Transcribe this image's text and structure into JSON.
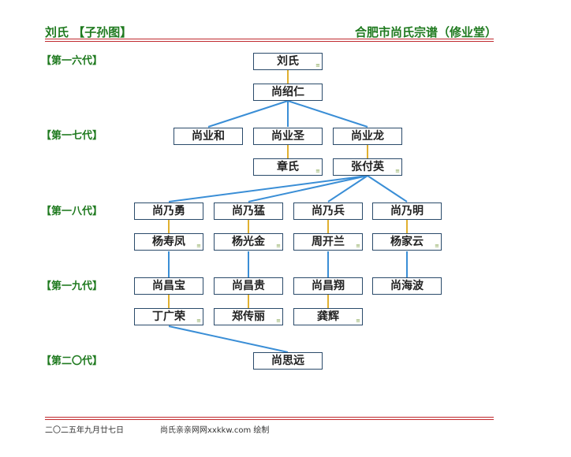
{
  "header": {
    "left_title": "刘氏 【子孙图】",
    "right_title": "合肥市尚氏宗谱（修业堂）"
  },
  "generations": [
    "【第一六代】",
    "【第一七代】",
    "【第一八代】",
    "【第一九代】",
    "【第二〇代】"
  ],
  "nodes": {
    "liu_shi": "刘氏",
    "shang_shaoren": "尚绍仁",
    "shang_yehe": "尚业和",
    "shang_yesheng": "尚业圣",
    "shang_yelong": "尚业龙",
    "zhang_shi": "章氏",
    "zhang_fuying": "张付英",
    "shang_naiyong": "尚乃勇",
    "shang_naimeng": "尚乃猛",
    "shang_naibing": "尚乃兵",
    "shang_naiming": "尚乃明",
    "yang_shoufeng": "杨寿凤",
    "yang_guangjin": "杨光金",
    "zhou_kailan": "周开兰",
    "yang_jiayun": "杨家云",
    "shang_changbao": "尚昌宝",
    "shang_changgui": "尚昌贵",
    "shang_changxiang": "尚昌翔",
    "shang_haibo": "尚海波",
    "ding_guangrong": "丁广荣",
    "zheng_chuanli": "郑传丽",
    "gong_hui": "龚辉",
    "shang_siyuan": "尚思远"
  },
  "spouse_mark": "≡",
  "footer": {
    "date": "二〇二五年九月廿七日",
    "credit": "尚氏亲亲网网xxkkw.com 绘制"
  },
  "colors": {
    "title_green": "#1f7a1f",
    "rule_red": "#c0282d",
    "descent_line": "#3a8ed6",
    "spouse_line": "#e0b030",
    "node_border": "#2a4a6a"
  }
}
